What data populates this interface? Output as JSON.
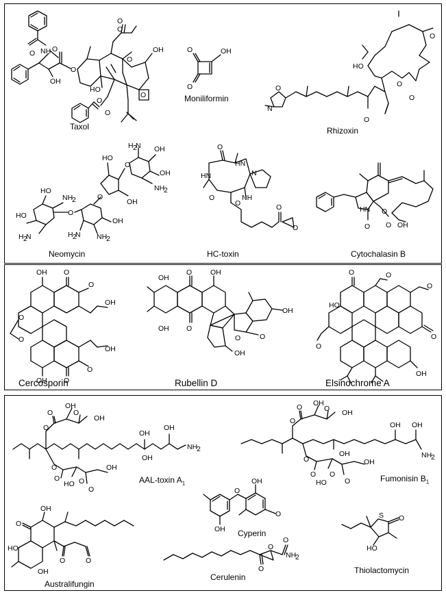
{
  "panels": [
    {
      "compounds": [
        {
          "name": "Taxol"
        },
        {
          "name": "Moniliformin"
        },
        {
          "name": "Rhizoxin"
        },
        {
          "name": "Neomycin"
        },
        {
          "name": "HC-toxin"
        },
        {
          "name": "Cytochalasin B"
        }
      ]
    },
    {
      "compounds": [
        {
          "name": "Cercosporin"
        },
        {
          "name": "Rubellin D"
        },
        {
          "name": "Elsinochrome A"
        }
      ]
    },
    {
      "compounds": [
        {
          "name": "AAL-toxin A",
          "subscript": "1"
        },
        {
          "name": "Fumonisin B",
          "subscript": "1"
        },
        {
          "name": "Cyperin"
        },
        {
          "name": "Australifungin"
        },
        {
          "name": "Cerulenin"
        },
        {
          "name": "Thiolactomycin"
        }
      ]
    }
  ],
  "atom_labels": {
    "OH": "OH",
    "O": "O",
    "NH": "NH",
    "NH2": "NH",
    "H2N": "H",
    "N": "N",
    "S": "S",
    "two": "2"
  }
}
